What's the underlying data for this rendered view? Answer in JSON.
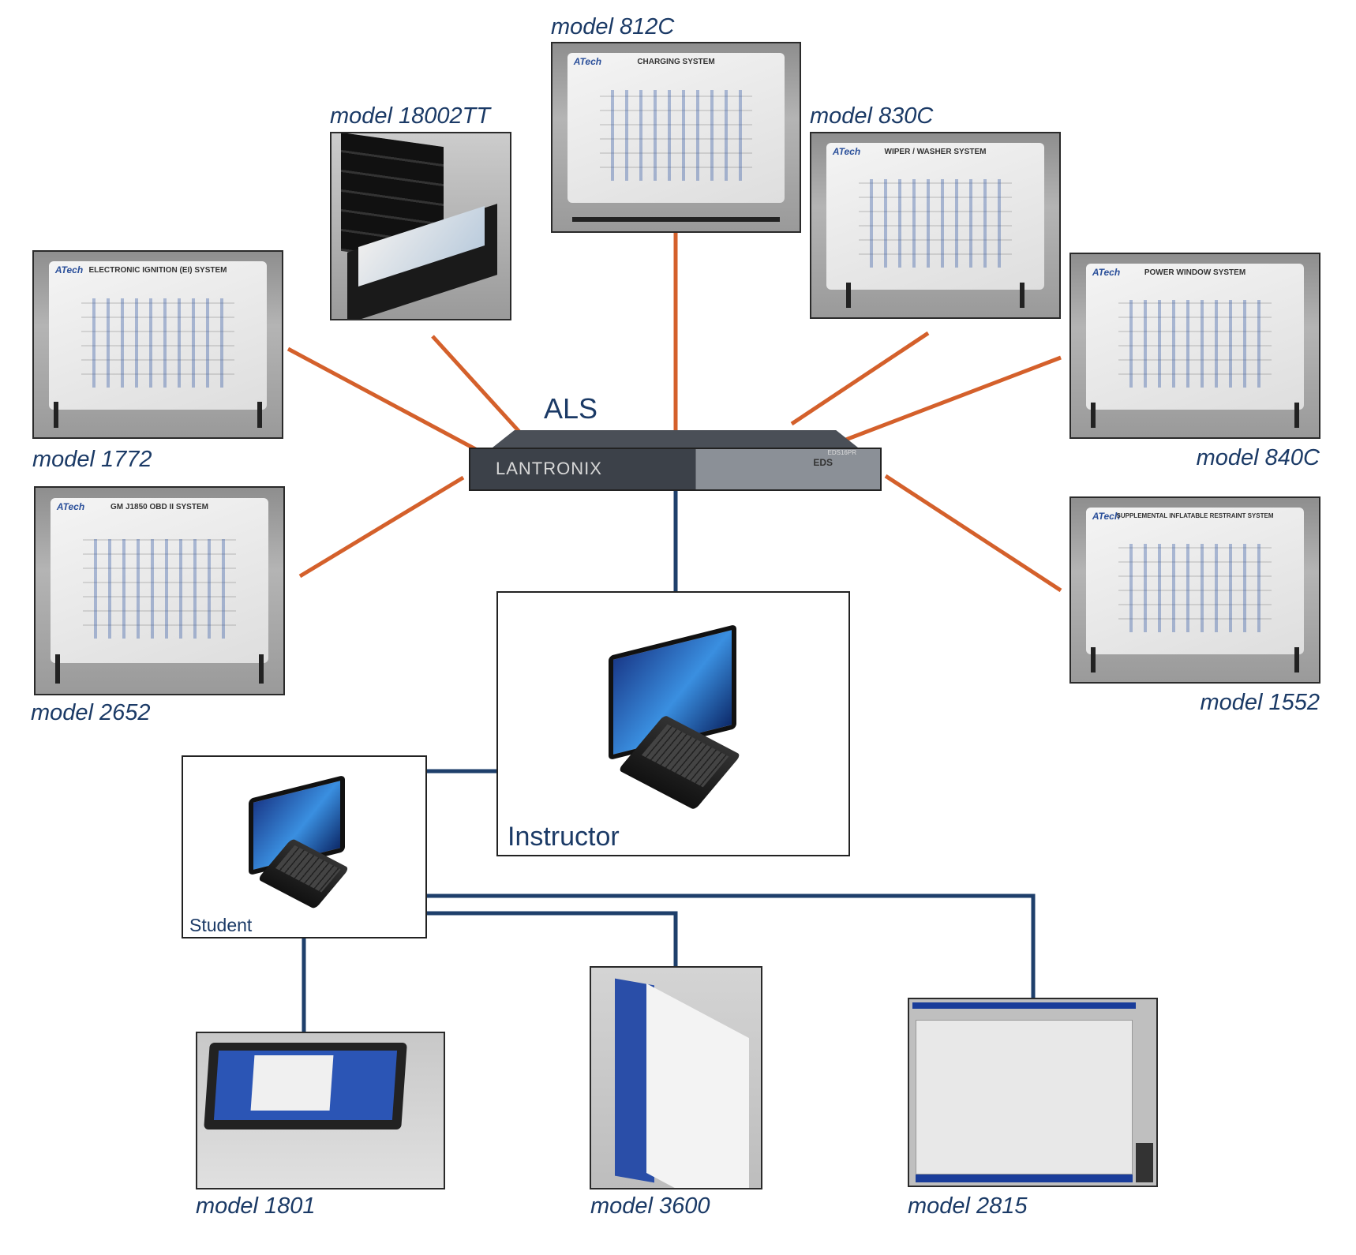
{
  "hub": {
    "label": "ALS",
    "brand": "LANTRONIX",
    "model_badge": "EDS16PR",
    "product": "EDS"
  },
  "trainers": {
    "m812c": {
      "label": "model 812C",
      "panel_title": "CHARGING SYSTEM"
    },
    "m18002tt": {
      "label": "model 18002TT"
    },
    "m830c": {
      "label": "model 830C",
      "panel_title": "WIPER / WASHER SYSTEM"
    },
    "m1772": {
      "label": "model 1772",
      "panel_title": "ELECTRONIC IGNITION (EI) SYSTEM"
    },
    "m840c": {
      "label": "model 840C",
      "panel_title": "POWER WINDOW SYSTEM"
    },
    "m2652": {
      "label": "model 2652",
      "panel_title": "GM J1850 OBD II SYSTEM"
    },
    "m1552": {
      "label": "model 1552",
      "panel_title": "SUPPLEMENTAL INFLATABLE RESTRAINT SYSTEM"
    },
    "m1801": {
      "label": "model 1801"
    },
    "m3600": {
      "label": "model 3600"
    },
    "m2815": {
      "label": "model 2815"
    }
  },
  "brand_logo": "ATech",
  "instructor": {
    "label": "Instructor"
  },
  "student": {
    "label": "Student"
  },
  "colors": {
    "serial_link": "#d4602b",
    "network_link": "#1e3f6b",
    "label": "#1b3a66"
  }
}
